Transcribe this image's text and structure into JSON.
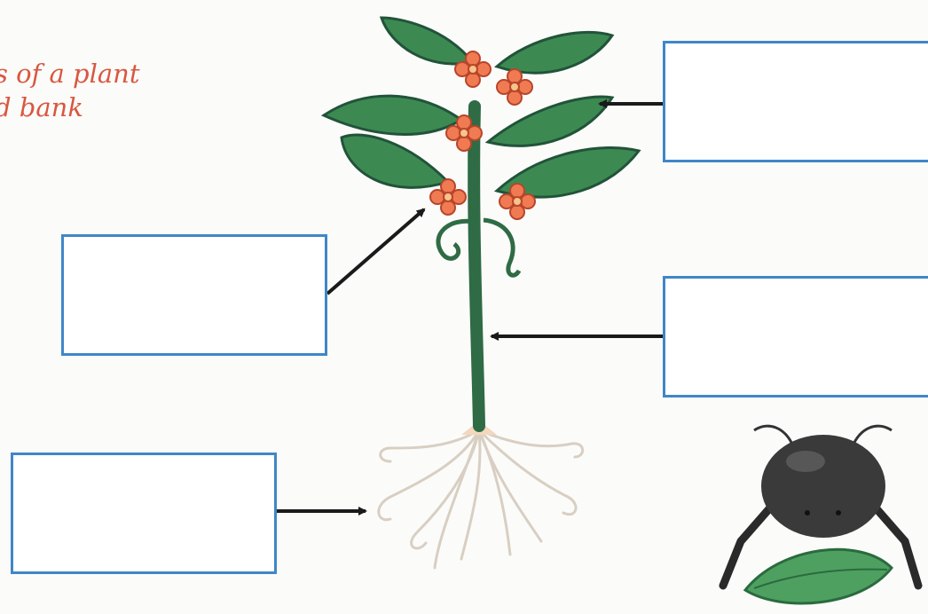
{
  "title": {
    "line1": "s of a plant",
    "line2": "d bank"
  },
  "label_boxes": [
    {
      "id": "box-flower",
      "text": ""
    },
    {
      "id": "box-leaf",
      "text": ""
    },
    {
      "id": "box-stem",
      "text": ""
    },
    {
      "id": "box-root",
      "text": ""
    }
  ],
  "colors": {
    "title": "#d9573f",
    "box_border": "#3f86c8",
    "leaf": "#3c8a52",
    "stem": "#2f6b45",
    "flower": "#f07a52",
    "root": "#f2ece2",
    "arrow": "#1a1a1a",
    "bug_body": "#3a3a3a"
  },
  "icons": [
    "plant-illustration",
    "bug-mascot-icon"
  ]
}
